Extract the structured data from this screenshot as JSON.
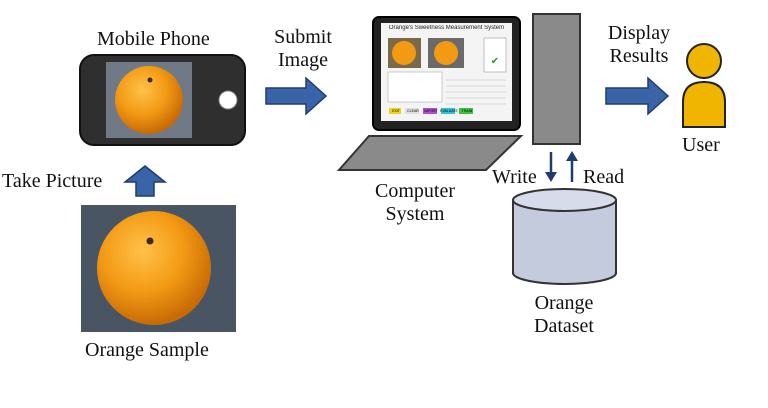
{
  "labels": {
    "mobile_phone": "Mobile Phone",
    "submit_image_1": "Submit",
    "submit_image_2": "Image",
    "take_picture": "Take Picture",
    "orange_sample": "Orange Sample",
    "computer_system_1": "Computer",
    "computer_system_2": "System",
    "write": "Write",
    "read": "Read",
    "orange_dataset_1": "Orange",
    "orange_dataset_2": "Dataset",
    "display_results_1": "Display",
    "display_results_2": "Results",
    "user": "User"
  },
  "screen_app": {
    "title": "Orange's Sweetness Measurement System",
    "buttons": [
      "EXIT",
      "CLEAR",
      "IMPORT",
      "EVALUATE",
      "TRAIN"
    ]
  },
  "colors": {
    "arrow_blue": "#3a64a8",
    "orange": "#f39a14",
    "user_yellow": "#f0b500",
    "dataset_fill": "#c3cbdc",
    "server_gray": "#8a8a8a"
  }
}
